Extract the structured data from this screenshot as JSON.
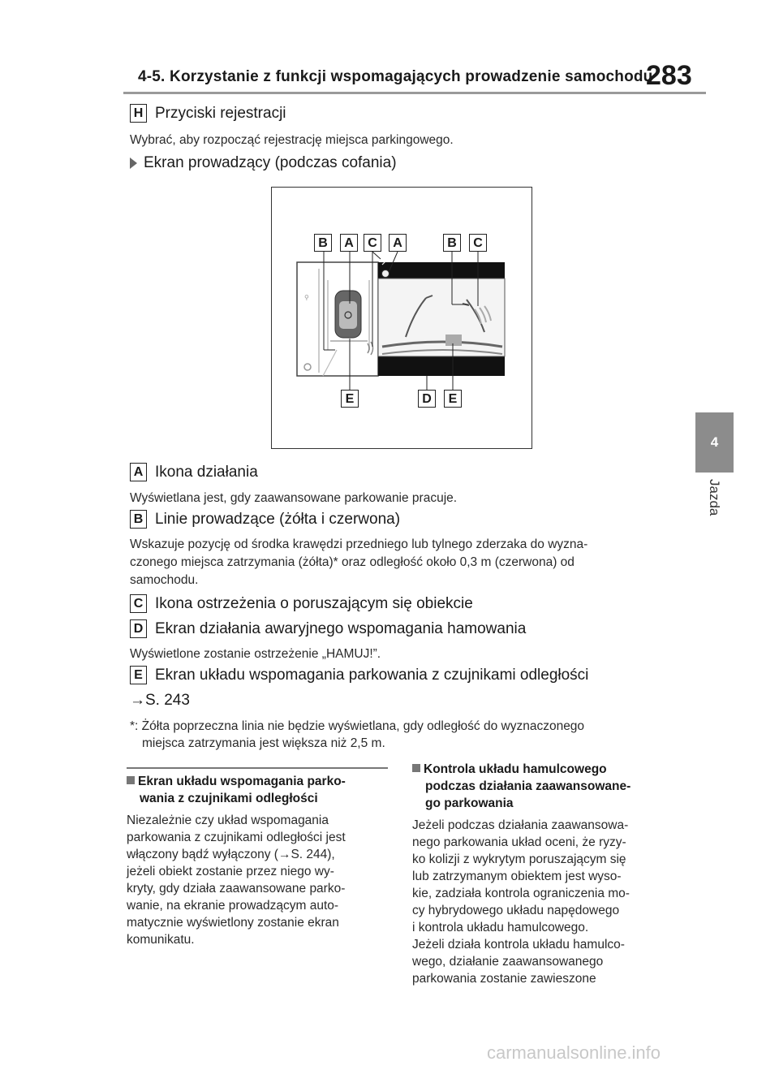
{
  "header": {
    "title": "4-5. Korzystanie z funkcji wspomagających prowadzenie samochodu",
    "page_number": "283"
  },
  "side_tab": {
    "number": "4",
    "label": "Jazda"
  },
  "item_h": {
    "key": "H",
    "title": "Przyciski rejestracji",
    "text": "Wybrać, aby rozpocząć rejestrację miejsca parkingowego."
  },
  "section": {
    "title": "Ekran prowadzący (podczas cofania)"
  },
  "figure": {
    "callouts_top": [
      "B",
      "A",
      "C",
      "A",
      "B",
      "C"
    ],
    "callouts_bottom": [
      "E",
      "D",
      "E"
    ]
  },
  "items": {
    "a": {
      "key": "A",
      "title": "Ikona działania",
      "text": "Wyświetlana jest, gdy zaawansowane parkowanie pracuje."
    },
    "b": {
      "key": "B",
      "title": "Linie prowadzące (żółta i czerwona)",
      "text_1": "Wskazuje pozycję od środka krawędzi przedniego lub tylnego zderzaka do wyzna-",
      "text_2": "czonego miejsca zatrzymania (żółta)* oraz odległość około 0,3 m (czerwona) od",
      "text_3": "samochodu."
    },
    "c": {
      "key": "C",
      "title": "Ikona ostrzeżenia o poruszającym się obiekcie"
    },
    "d": {
      "key": "D",
      "title": "Ekran działania awaryjnego wspomagania hamowania",
      "text": "Wyświetlone zostanie ostrzeżenie „HAMUJ!”."
    },
    "e": {
      "key": "E",
      "title": "Ekran układu wspomagania parkowania z czujnikami odległości",
      "ref": "→S. 243"
    }
  },
  "footnote": {
    "line_1": "*: Żółta poprzeczna linia nie będzie wyświetlana, gdy odległość do wyznaczonego",
    "line_2": "miejsca zatrzymania jest większa niż 2,5 m."
  },
  "left_col": {
    "title_1": "Ekran układu wspomagania parko-",
    "title_2": "wania z czujnikami odległości",
    "lines": [
      "Niezależnie czy układ wspomagania",
      "parkowania z czujnikami odległości jest",
      "włączony bądź wyłączony (→S. 244),",
      "jeżeli obiekt zostanie przez niego wy-",
      "kryty, gdy działa zaawansowane parko-",
      "wanie, na ekranie prowadzącym auto-",
      "matycznie wyświetlony zostanie ekran",
      "komunikatu."
    ]
  },
  "right_col": {
    "title_1": "Kontrola układu hamulcowego",
    "title_2": "podczas działania zaawansowane-",
    "title_3": "go parkowania",
    "lines": [
      "Jeżeli podczas działania zaawansowa-",
      "nego parkowania układ oceni, że ryzy-",
      "ko kolizji z wykrytym poruszającym się",
      "lub zatrzymanym obiektem jest wyso-",
      "kie, zadziała kontrola ograniczenia mo-",
      "cy hybrydowego układu napędowego",
      "i kontrola układu hamulcowego.",
      "Jeżeli działa kontrola układu hamulco-",
      "wego, działanie zaawansowanego",
      "parkowania zostanie zawieszone"
    ]
  },
  "watermark": "carmanualsonline.info"
}
